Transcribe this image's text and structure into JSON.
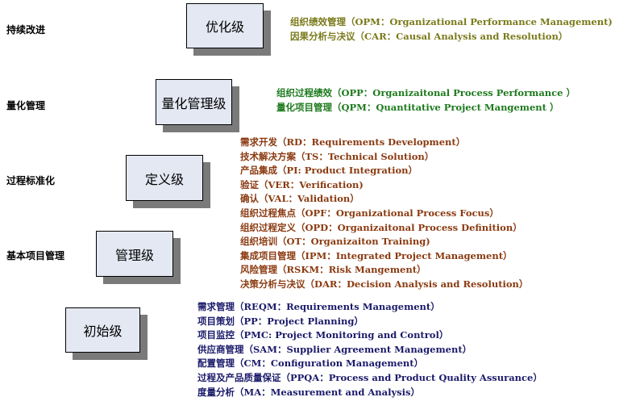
{
  "levels": [
    {
      "stage": "持续改进",
      "name": "优化级",
      "color": "#7a7a1a",
      "areas": [
        "组织绩效管理（OPM：Organizational Performance Management)",
        "因果分析与决议（CAR：Causal Analysis and Resolution）"
      ]
    },
    {
      "stage": "量化管理",
      "name": "量化管理级",
      "color": "#1d7a1d",
      "areas": [
        "组织过程绩效（OPP：Organizaitonal Process Performance ）",
        "量化项目管理（QPM：Quantitative Project Mangement ）"
      ]
    },
    {
      "stage": "过程标准化",
      "name": "定义级",
      "color": "#8a3a10",
      "areas": [
        "需求开发（RD：Requirements Development）",
        "技术解决方案（TS：Technical Solution）",
        "产品集成（PI: Product Integration）",
        "验证（VER：Verification)",
        "确认（VAL：Validation）",
        "组织过程焦点（OPF：Organizational Process Focus）",
        "组织过程定义（OPD：Organizaitonal Process Definition）",
        "组织培训（OT：Organizaiton Training)",
        "集成项目管理（IPM：Integrated Project Management）",
        "风险管理（RSKM：Risk Mangement）",
        "决策分析与决议（DAR：Decision Analysis and Resolution）"
      ]
    },
    {
      "stage": "基本项目管理",
      "name": "管理级",
      "color": "#8a3a10",
      "areas": []
    },
    {
      "stage": "",
      "name": "初始级",
      "color": "#1a1a6a",
      "areas": [
        "需求管理（REQM：Requirements Management）",
        "项目策划（PP：Project Planning）",
        "项目监控（PMC: Project Monitoring and Control）",
        "供应商管理（SAM：Supplier Agreement Management）",
        "配置管理（CM：Configuration Management）",
        "过程及产品质量保证（PPQA：Process and Product Quality Assurance）",
        "度量分析（MA：Measurement and Analysis）"
      ]
    }
  ]
}
